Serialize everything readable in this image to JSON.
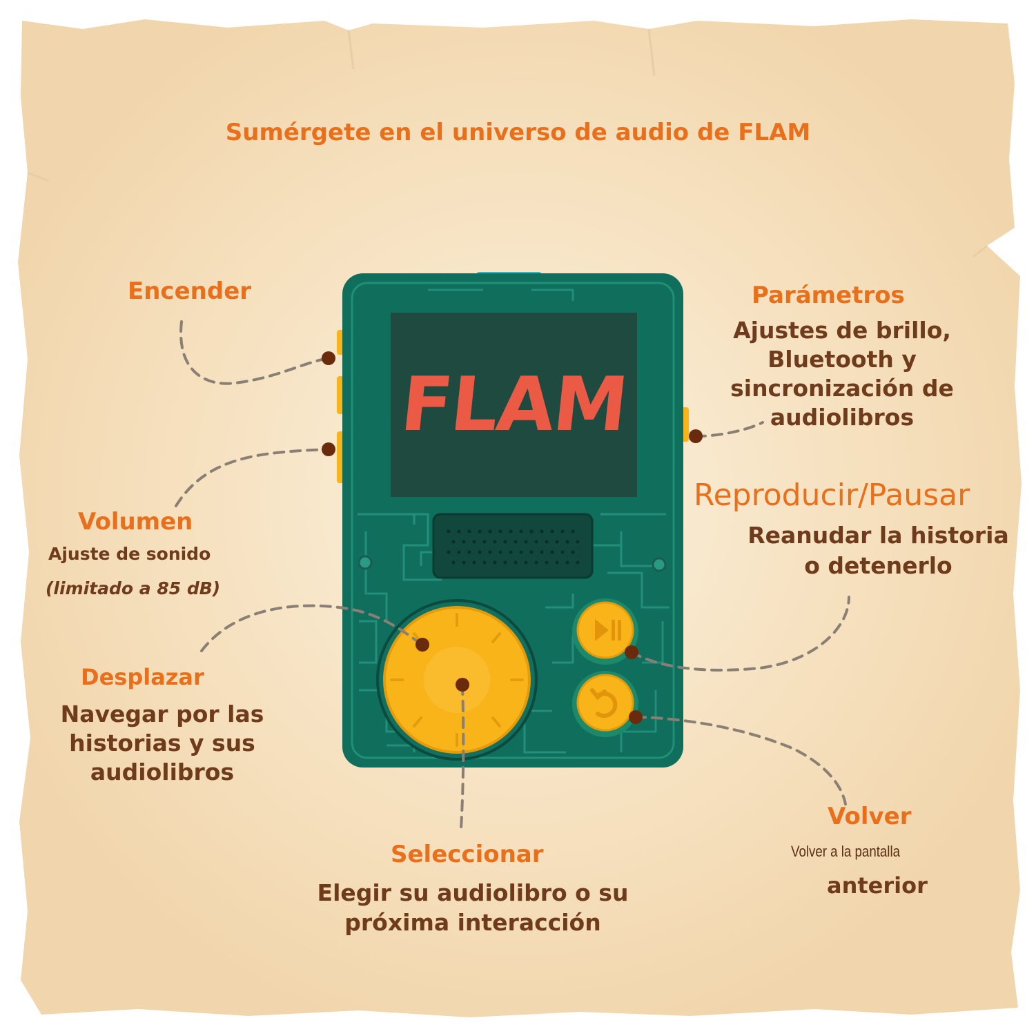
{
  "headline": "Sumérgete en el universo de audio de FLAM",
  "device": {
    "logo_text": "FLAM",
    "play_pause_icon": "play-pause-icon",
    "back_icon": "back-arrow-icon",
    "colors": {
      "body": "#0f6e5c",
      "screen": "#1e4a40",
      "logo": "#ea5a44",
      "buttons": "#f8b418"
    }
  },
  "callouts": {
    "encender": {
      "title": "Encender"
    },
    "parametros": {
      "title": "Parámetros",
      "description": "Ajustes de brillo, Bluetooth y sincronización de audiolibros"
    },
    "reproducir": {
      "title": "Reproducir/Pausar",
      "description": "Reanudar la historia o detenerlo"
    },
    "volumen": {
      "title": "Volumen",
      "description": "Ajuste de sonido",
      "note": "(limitado a 85 dB)"
    },
    "desplazar": {
      "title": "Desplazar",
      "description": "Navegar por las historias y sus audiolibros"
    },
    "seleccionar": {
      "title": "Seleccionar",
      "description": "Elegir su audiolibro o su próxima interacción"
    },
    "volver": {
      "title": "Volver",
      "description_line1": "Volver a la pantalla",
      "description_line2": "anterior"
    }
  },
  "palette": {
    "parchment": "#f6e2c2",
    "title_orange": "#e8701c",
    "text_brown": "#6e3b1c",
    "leader_gray": "#8a7f74",
    "dot_brown": "#6a2a0c"
  }
}
